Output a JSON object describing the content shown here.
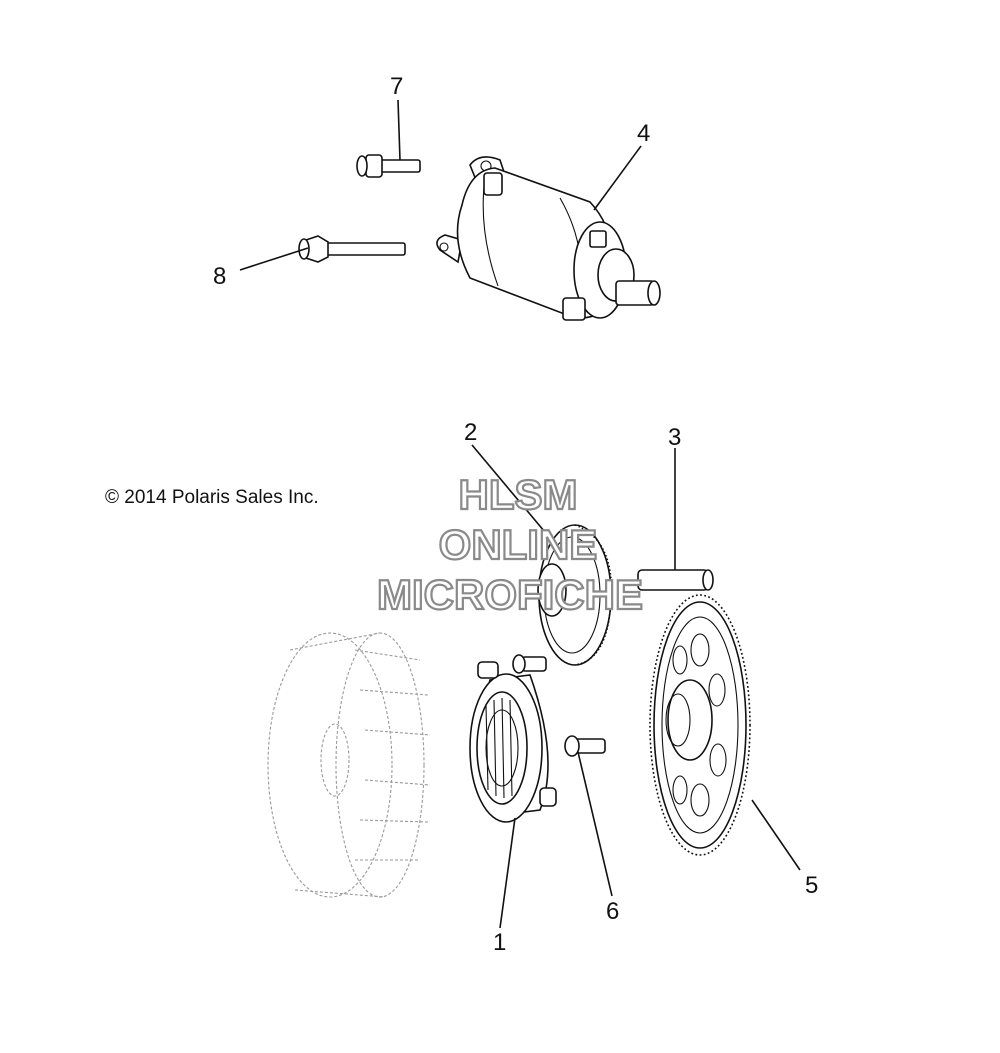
{
  "copyright": "© 2014 Polaris Sales Inc.",
  "watermark": {
    "line1": "HLSM",
    "line2": "ONLINE",
    "line3": "MICROFICHE",
    "color": "#8a8a8a"
  },
  "callouts": [
    {
      "id": "1",
      "label": "1"
    },
    {
      "id": "2",
      "label": "2"
    },
    {
      "id": "3",
      "label": "3"
    },
    {
      "id": "4",
      "label": "4"
    },
    {
      "id": "5",
      "label": "5"
    },
    {
      "id": "6",
      "label": "6"
    },
    {
      "id": "7",
      "label": "7"
    },
    {
      "id": "8",
      "label": "8"
    }
  ]
}
